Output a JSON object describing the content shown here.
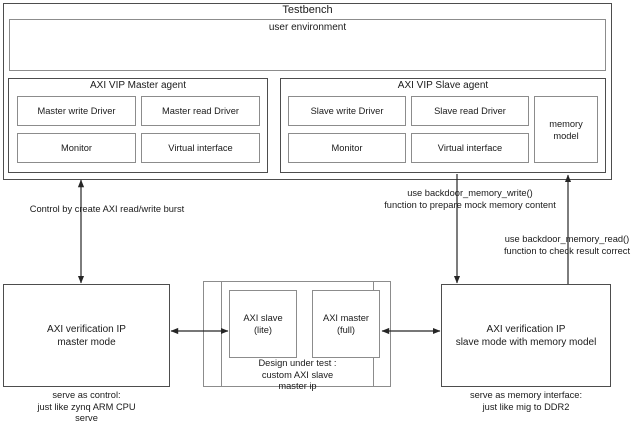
{
  "diagram": {
    "title": "Testbench",
    "testbench": {
      "label": "Testbench",
      "user_env": "user environment",
      "master_agent": {
        "title": "AXI VIP Master agent",
        "blocks": [
          "Master write Driver",
          "Master read Driver",
          "Monitor",
          "Virtual interface"
        ]
      },
      "slave_agent": {
        "title": "AXI VIP Slave agent",
        "blocks": [
          "Slave write Driver",
          "Slave read Driver",
          "Monitor",
          "Virtual interface"
        ],
        "memory_model": "memory\nmodel"
      }
    },
    "annotations": {
      "control": "Control by create AXI read/write burst",
      "backdoor_write": "use backdoor_memory_write()\nfunction to prepare mock memory content",
      "backdoor_read": "use backdoor_memory_read()\nfunction to check result correct"
    },
    "bottom": {
      "left_block": {
        "label": "AXI verification IP\nmaster mode",
        "caption": "serve as control:\njust like zynq ARM CPU\nserve"
      },
      "dut": {
        "inner_left": "AXI slave\n(lite)",
        "inner_right": "AXI master\n(full)",
        "caption": "Design under test :\ncustom AXI slave\nmaster ip"
      },
      "right_block": {
        "label": "AXI verification IP\nslave mode with memory model",
        "caption": "serve as memory interface:\njust like mig to DDR2"
      }
    },
    "colors": {
      "line_dark": "#4d4d4d",
      "line_mid": "#8c8c8c",
      "text": "#1a1a1a",
      "background": "#ffffff"
    }
  }
}
